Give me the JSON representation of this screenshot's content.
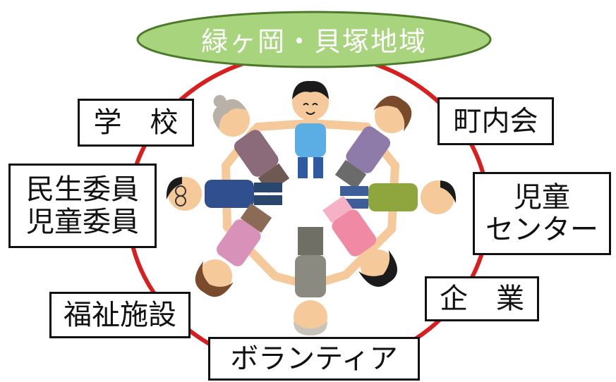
{
  "title": "緑ヶ岡・貝塚地域",
  "colors": {
    "ring": "#d81e1e",
    "oval_fill": "#a9d47e",
    "oval_stroke": "#4d7a2a",
    "box_border": "#111111"
  },
  "labels": {
    "school": "学　校",
    "neighborhood": "町内会",
    "welfare_commissioner": [
      "民生委員",
      "児童委員"
    ],
    "children_center": [
      "児童",
      "センター"
    ],
    "company": "企　業",
    "welfare_facility": "福祉施設",
    "volunteer": "ボランティア"
  }
}
